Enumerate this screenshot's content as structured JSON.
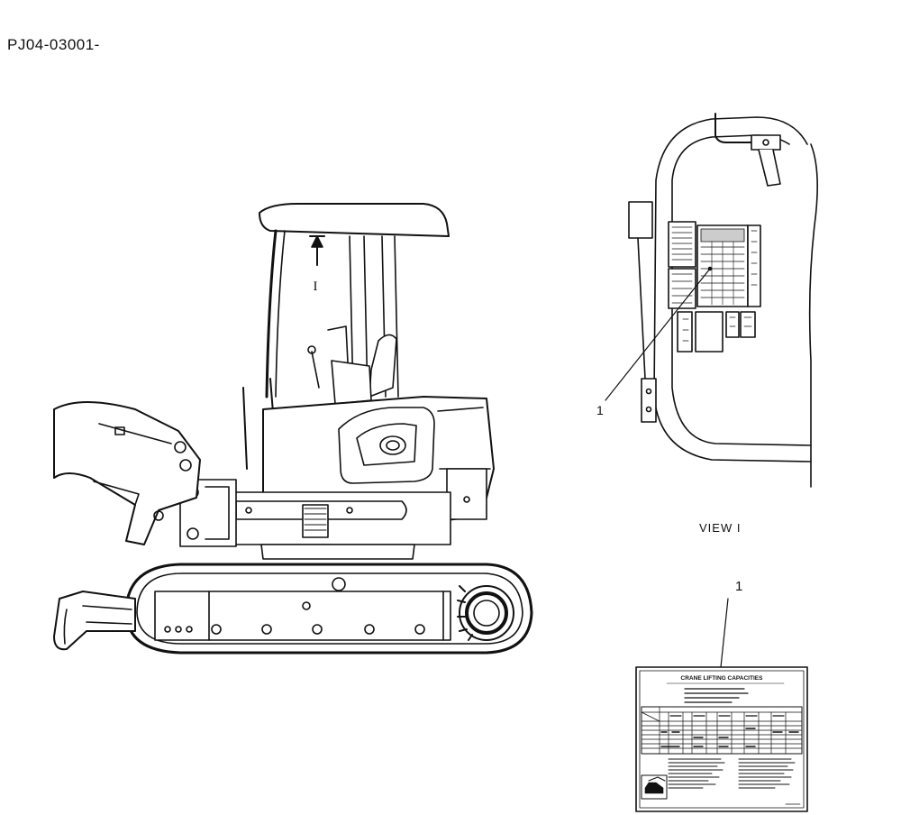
{
  "header": {
    "doc_id": "PJ04-03001-"
  },
  "view": {
    "arrow_label": "I",
    "caption": "VIEW I"
  },
  "callouts": {
    "detail_view": "1",
    "decal_detail": "1"
  },
  "decal": {
    "title": "CRANE LIFTING CAPACITIES"
  }
}
